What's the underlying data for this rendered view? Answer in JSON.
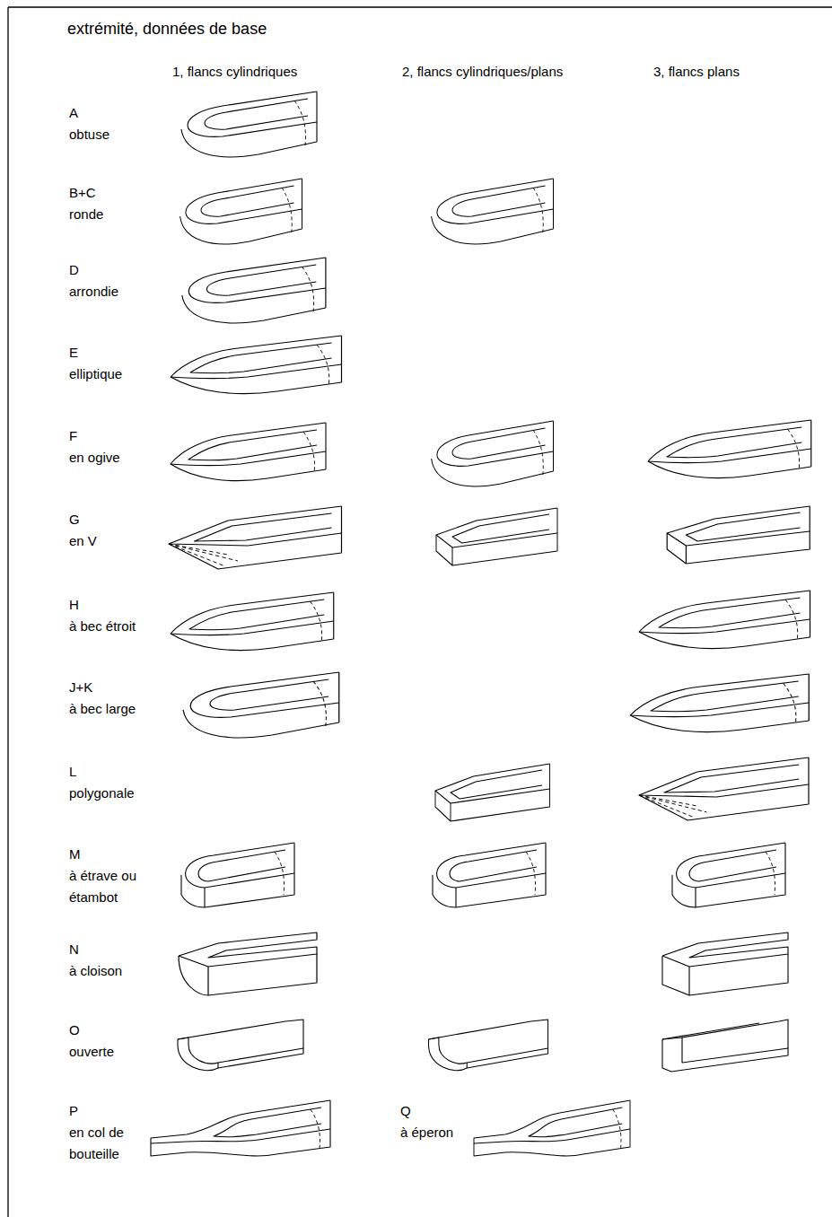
{
  "diagram": {
    "title": "extrémité, données de base",
    "labels": [
      "1, flancs cylindriques",
      "2, flancs cylindriques/plans",
      "3, flancs plans",
      "A",
      "obtuse",
      "B+C",
      "ronde",
      "D",
      "arrondie",
      "E",
      "elliptique",
      "F",
      "en ogive",
      "G",
      "en V",
      "H",
      "à bec étroit",
      "J+K",
      "à bec large",
      "L",
      "polygonale",
      "M",
      "à étrave ou étambot",
      "N",
      "à cloison",
      "O",
      "ouverte",
      "P",
      "en col de bouteille",
      "Q",
      "à éperon"
    ]
  }
}
